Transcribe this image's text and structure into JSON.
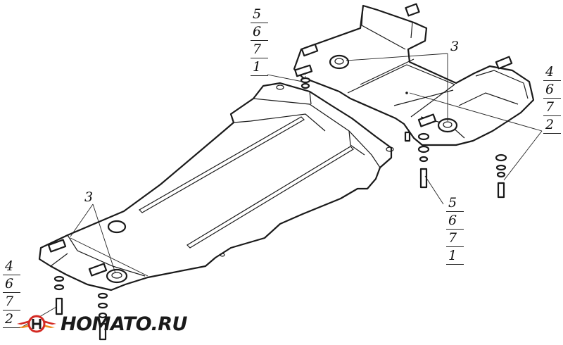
{
  "callouts": {
    "top_stack": [
      "5",
      "6",
      "7",
      "1"
    ],
    "right_stack": [
      "4",
      "6",
      "7",
      "2"
    ],
    "middle_stack": [
      "5",
      "6",
      "7",
      "1"
    ],
    "left_stack": [
      "4",
      "6",
      "7",
      "2"
    ],
    "label_3_top": "3",
    "label_3_left": "3"
  },
  "logo": {
    "text": "HOMATO.RU",
    "mark_icon": "winged-h-emblem-icon",
    "colors": {
      "red": "#d42a23",
      "orange": "#f08a1c",
      "dark": "#1a1a1a"
    }
  }
}
